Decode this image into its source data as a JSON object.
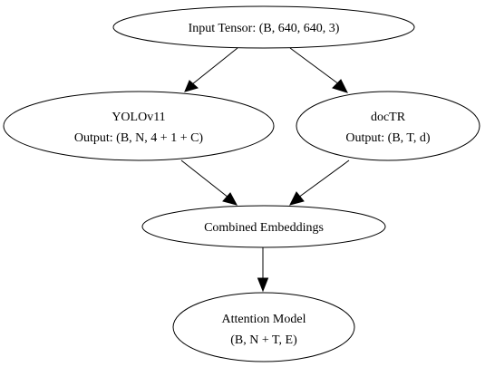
{
  "diagram": {
    "nodes": [
      {
        "id": "input",
        "lines": [
          "Input Tensor: (B, 640, 640, 3)"
        ]
      },
      {
        "id": "yolo",
        "lines": [
          "YOLOv11",
          "Output: (B, N, 4 + 1 + C)"
        ]
      },
      {
        "id": "doctr",
        "lines": [
          "docTR",
          "Output: (B, T, d)"
        ]
      },
      {
        "id": "combined",
        "lines": [
          "Combined Embeddings"
        ]
      },
      {
        "id": "attention",
        "lines": [
          "Attention Model",
          "(B, N + T, E)"
        ]
      }
    ],
    "edges": [
      {
        "from": "input",
        "to": "yolo"
      },
      {
        "from": "input",
        "to": "doctr"
      },
      {
        "from": "yolo",
        "to": "combined"
      },
      {
        "from": "doctr",
        "to": "combined"
      },
      {
        "from": "combined",
        "to": "attention"
      }
    ]
  }
}
